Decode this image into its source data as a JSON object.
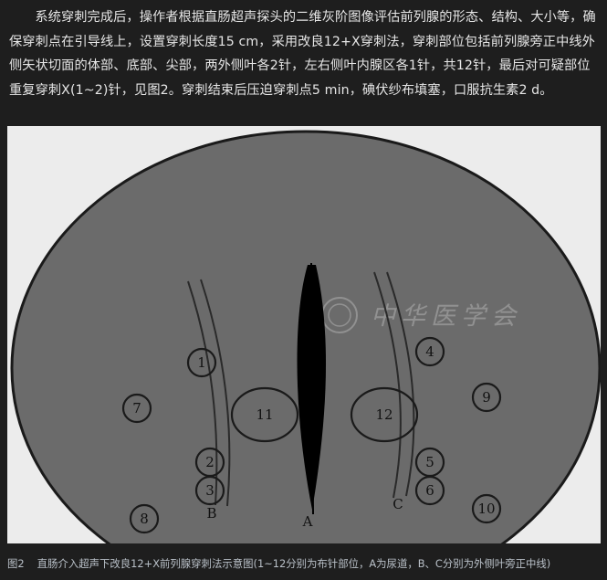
{
  "paragraph": "系统穿刺完成后，操作者根据直肠超声探头的二维灰阶图像评估前列腺的形态、结构、大小等，确保穿刺点在引导线上，设置穿刺长度15 cm，采用改良12+X穿刺法，穿刺部位包括前列腺旁正中线外侧矢状切面的体部、底部、尖部，两外侧叶各2针，左右侧叶内腺区各1针，共12针，最后对可疑部位重复穿刺X(1~2)针，见图2。穿刺结束后压迫穿刺点5 min，碘伏纱布填塞，口服抗生素2 d。",
  "figure": {
    "points": [
      "1",
      "2",
      "3",
      "4",
      "5",
      "6",
      "7",
      "8",
      "9",
      "10",
      "11",
      "12"
    ],
    "line_labels": {
      "A": "A",
      "B": "B",
      "C": "C"
    },
    "watermark": "中华医学会",
    "colors": {
      "gland": "#6b6b6b",
      "outline": "#1a1a1a",
      "urethra": "#000000",
      "background": "#ececec"
    }
  },
  "caption": {
    "label": "图2",
    "text": "直肠介入超声下改良12+X前列腺穿刺法示意图(1~12分别为布针部位，A为尿道，B、C分别为外侧叶旁正中线)"
  }
}
